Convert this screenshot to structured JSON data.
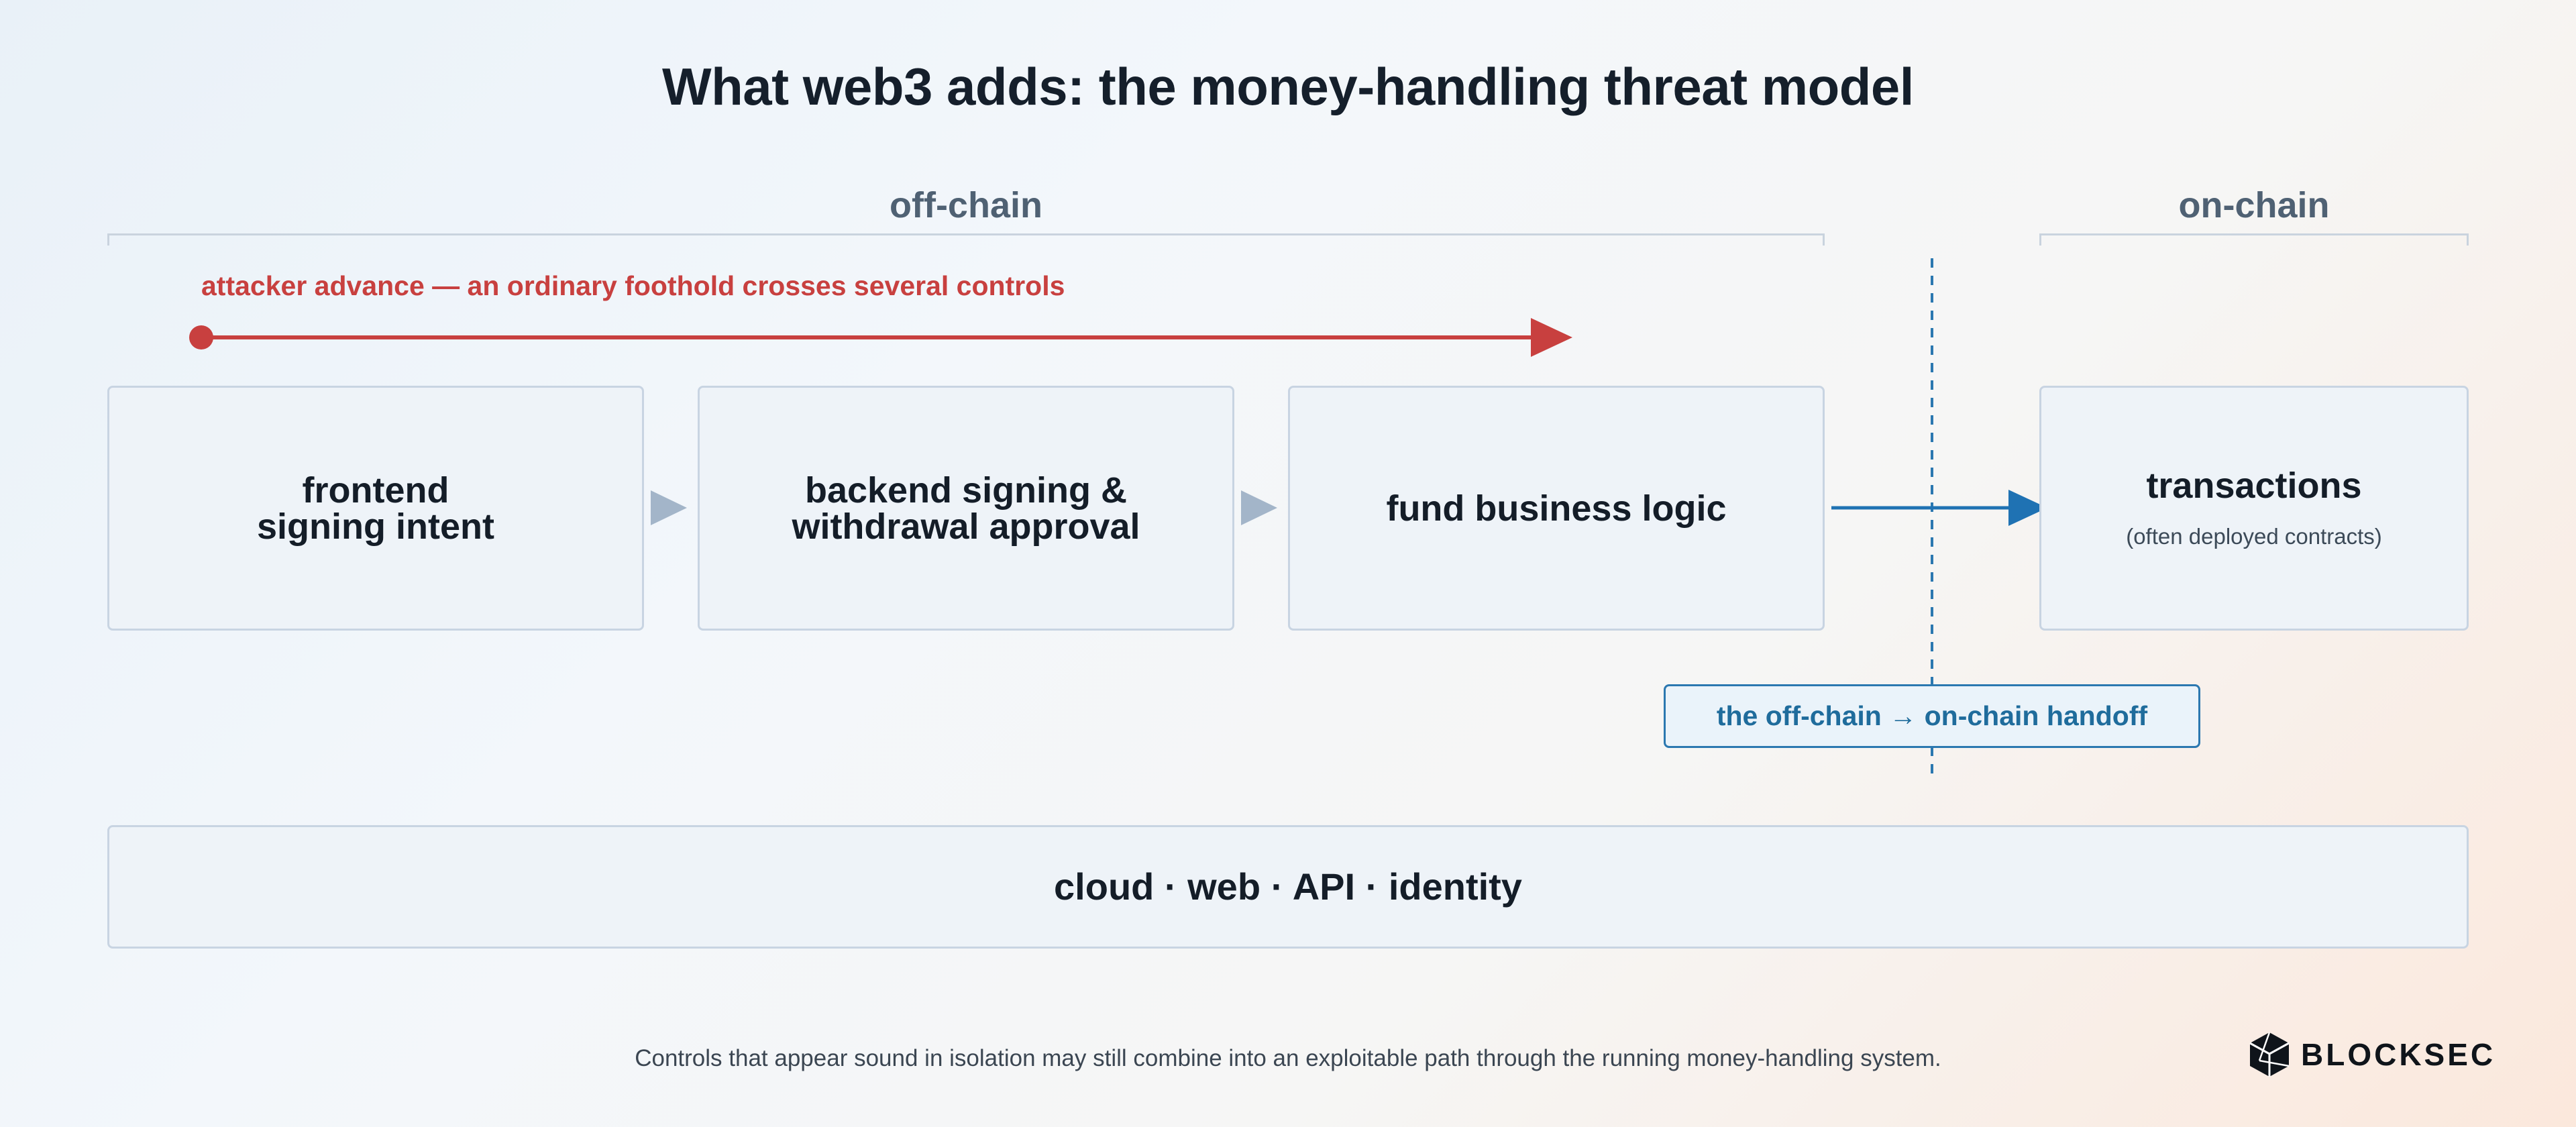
{
  "title": "What web3 adds: the money-handling threat model",
  "regions": {
    "off_chain": "off-chain",
    "on_chain": "on-chain"
  },
  "attacker": {
    "label": "attacker advance — an ordinary foothold crosses several controls"
  },
  "stages": [
    {
      "title": "frontend\nsigning intent"
    },
    {
      "title": "backend signing &\nwithdrawal approval"
    },
    {
      "title": "fund business logic"
    },
    {
      "title": "transactions",
      "subtitle": "(often deployed contracts)"
    }
  ],
  "handoff": {
    "label": "the off-chain → on-chain handoff"
  },
  "foundation": {
    "label": "cloud · web · API · identity"
  },
  "footer": "Controls that appear sound in isolation may still combine into an exploitable path through the running money-handling system.",
  "brand": {
    "name": "BLOCKSEC"
  },
  "colors": {
    "attacker": "#c8403f",
    "handoff": "#1f72b3",
    "chevron": "#a3b5c9",
    "box_fill": "#eef3f8",
    "box_border": "#c8d4e2"
  }
}
